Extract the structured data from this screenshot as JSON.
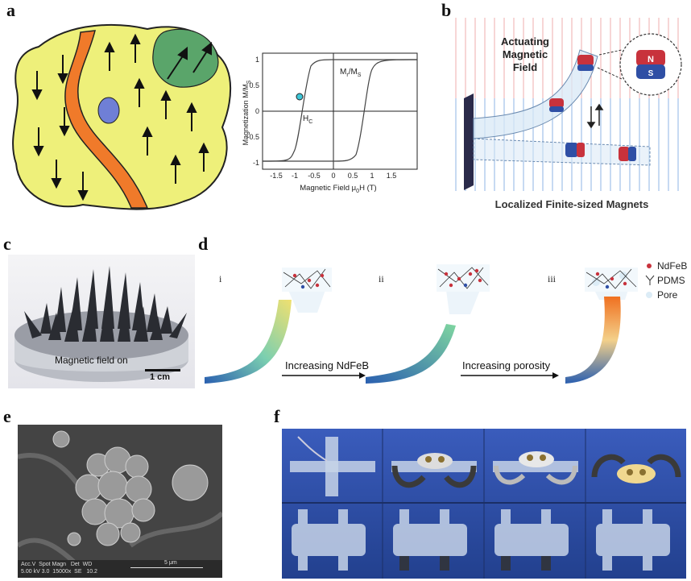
{
  "panels": {
    "a": {
      "letter": "a",
      "plot": {
        "ylabel": "Magnetization M/M",
        "ylabel_sub": "S",
        "xlabel": "Magnetic Field μ",
        "xlabel_sub": "0",
        "xlabel_tail": "H (T)",
        "xticks": [
          "-1.5",
          "-1",
          "-0.5",
          "0",
          "0.5",
          "1",
          "1.5"
        ],
        "yticks": [
          "1",
          "0.5",
          "0",
          "-0.5",
          "-1"
        ],
        "annotation_mr": "M",
        "annotation_mr_sub": "r",
        "annotation_mr_tail": "/M",
        "annotation_mr_sub2": "S",
        "annotation_hc": "H",
        "annotation_hc_sub": "C"
      }
    },
    "b": {
      "letter": "b",
      "field_label_1": "Actuating",
      "field_label_2": "Magnetic",
      "field_label_3": "Field",
      "bottom_label": "Localized Finite-sized Magnets",
      "magnet_n": "N",
      "magnet_s": "S"
    },
    "c": {
      "letter": "c",
      "caption": "Magnetic field on",
      "scale": "1 cm"
    },
    "d": {
      "letter": "d",
      "roman": [
        "i",
        "ii",
        "iii"
      ],
      "arrow1": "Increasing NdFeB",
      "arrow2": "Increasing porosity",
      "legend": [
        "NdFeB",
        "PDMS",
        "Pore"
      ]
    },
    "e": {
      "letter": "e",
      "sem_info_1": "Acc.V  Spot Magn   Det  WD",
      "sem_info_2": "5.00 kV 3.0  15000x  SE   10.2",
      "sem_scale": "5 μm"
    },
    "f": {
      "letter": "f"
    },
    "colors": {
      "yellow_grain": "#eef07a",
      "orange_wall": "#f07a2a",
      "green_domain": "#5aa56a",
      "blue_nucleus": "#6f7fd6",
      "hc_point": "#3ec7d8",
      "f_background": "#2d4fa8",
      "magnet_red": "#c8323c",
      "magnet_blue": "#2f4fa5"
    }
  }
}
